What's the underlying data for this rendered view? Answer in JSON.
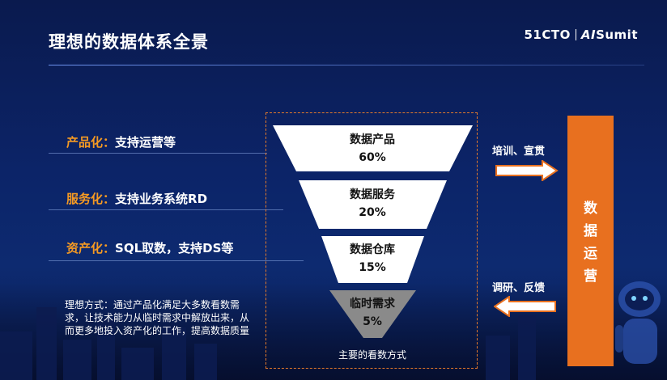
{
  "slide": {
    "title": "理想的数据体系全景",
    "logo": {
      "brand": "51CTO",
      "event_ai": "AI",
      "event_rest": "Sumit"
    }
  },
  "labels": [
    {
      "highlight": "产品化：",
      "rest": "支持运营等"
    },
    {
      "highlight": "服务化：",
      "rest": "支持业务系统RD"
    },
    {
      "highlight": "资产化：",
      "rest": "SQL取数，支持DS等"
    }
  ],
  "note": "理想方式：通过产品化满足大多数看数需求，让技术能力从临时需求中解放出来，从而更多地投入资产化的工作，提高数据质量",
  "funnel": {
    "layers": [
      {
        "name": "数据产品",
        "share": "60%"
      },
      {
        "name": "数据服务",
        "share": "20%"
      },
      {
        "name": "数据仓库",
        "share": "15%"
      },
      {
        "name": "临时需求",
        "share": "5%"
      }
    ],
    "caption": "主要的看数方式"
  },
  "arrows": {
    "top_label": "培训、宣贯",
    "bottom_label": "调研、反馈"
  },
  "ops_bar": {
    "chars": [
      "数",
      "据",
      "运",
      "营"
    ]
  },
  "colors": {
    "accent_orange": "#e8701f",
    "label_orange": "#f59a23",
    "funnel_white": "#ffffff",
    "funnel_gray": "#8a8a8a"
  }
}
